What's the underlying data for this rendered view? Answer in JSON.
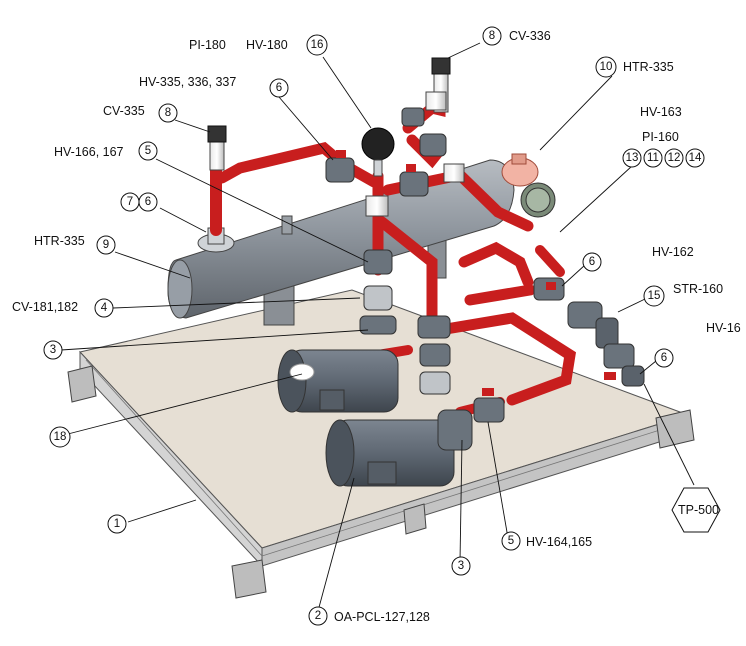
{
  "drawing": {
    "callouts": [
      {
        "id": "hv-180",
        "number": "16",
        "label": "HV-180"
      },
      {
        "id": "pi-180",
        "number": "",
        "label": "PI-180"
      },
      {
        "id": "cv-336",
        "number": "8",
        "label": "CV-336"
      },
      {
        "id": "hv-335",
        "number": "6",
        "label": "HV-335, 336, 337"
      },
      {
        "id": "htr-335a",
        "number": "10",
        "label": "HTR-335"
      },
      {
        "id": "hv-163",
        "number": "",
        "label": "HV-163"
      },
      {
        "id": "pi-160",
        "number": "",
        "label": "PI-160"
      },
      {
        "id": "cv-335",
        "number": "8",
        "label": "CV-335"
      },
      {
        "id": "hv-166",
        "number": "5",
        "label": "HV-166, 167"
      },
      {
        "id": "grp-13",
        "numbers": [
          "13",
          "11",
          "12",
          "14"
        ]
      },
      {
        "id": "pair-76",
        "numbers": [
          "7",
          "6"
        ]
      },
      {
        "id": "htr-335b",
        "number": "9",
        "label": "HTR-335"
      },
      {
        "id": "hv-162",
        "number": "",
        "label": "HV-162"
      },
      {
        "id": "valve-6b",
        "number": "6",
        "label": ""
      },
      {
        "id": "str-160",
        "number": "15",
        "label": "STR-160"
      },
      {
        "id": "hv-16",
        "number": "",
        "label": "HV-16"
      },
      {
        "id": "cv-181",
        "number": "4",
        "label": "CV-181,182"
      },
      {
        "id": "union-3a",
        "number": "3",
        "label": ""
      },
      {
        "id": "valve-6c",
        "number": "6",
        "label": ""
      },
      {
        "id": "motor-18",
        "number": "18",
        "label": ""
      },
      {
        "id": "frame-1",
        "number": "1",
        "label": ""
      },
      {
        "id": "tp-500",
        "number": "",
        "label": "TP-500"
      },
      {
        "id": "hv-164",
        "number": "5",
        "label": "HV-164,165"
      },
      {
        "id": "union-3b",
        "number": "3",
        "label": ""
      },
      {
        "id": "pump-2",
        "number": "2",
        "label": "OA-PCL-127,128"
      }
    ]
  },
  "colors": {
    "pipe": "#c81e1e",
    "tank": "#8f969e",
    "plate": "#e6dfd4",
    "frame": "#cfcfcf",
    "motor": "#5f6873",
    "heater": "#f2b3a4"
  }
}
